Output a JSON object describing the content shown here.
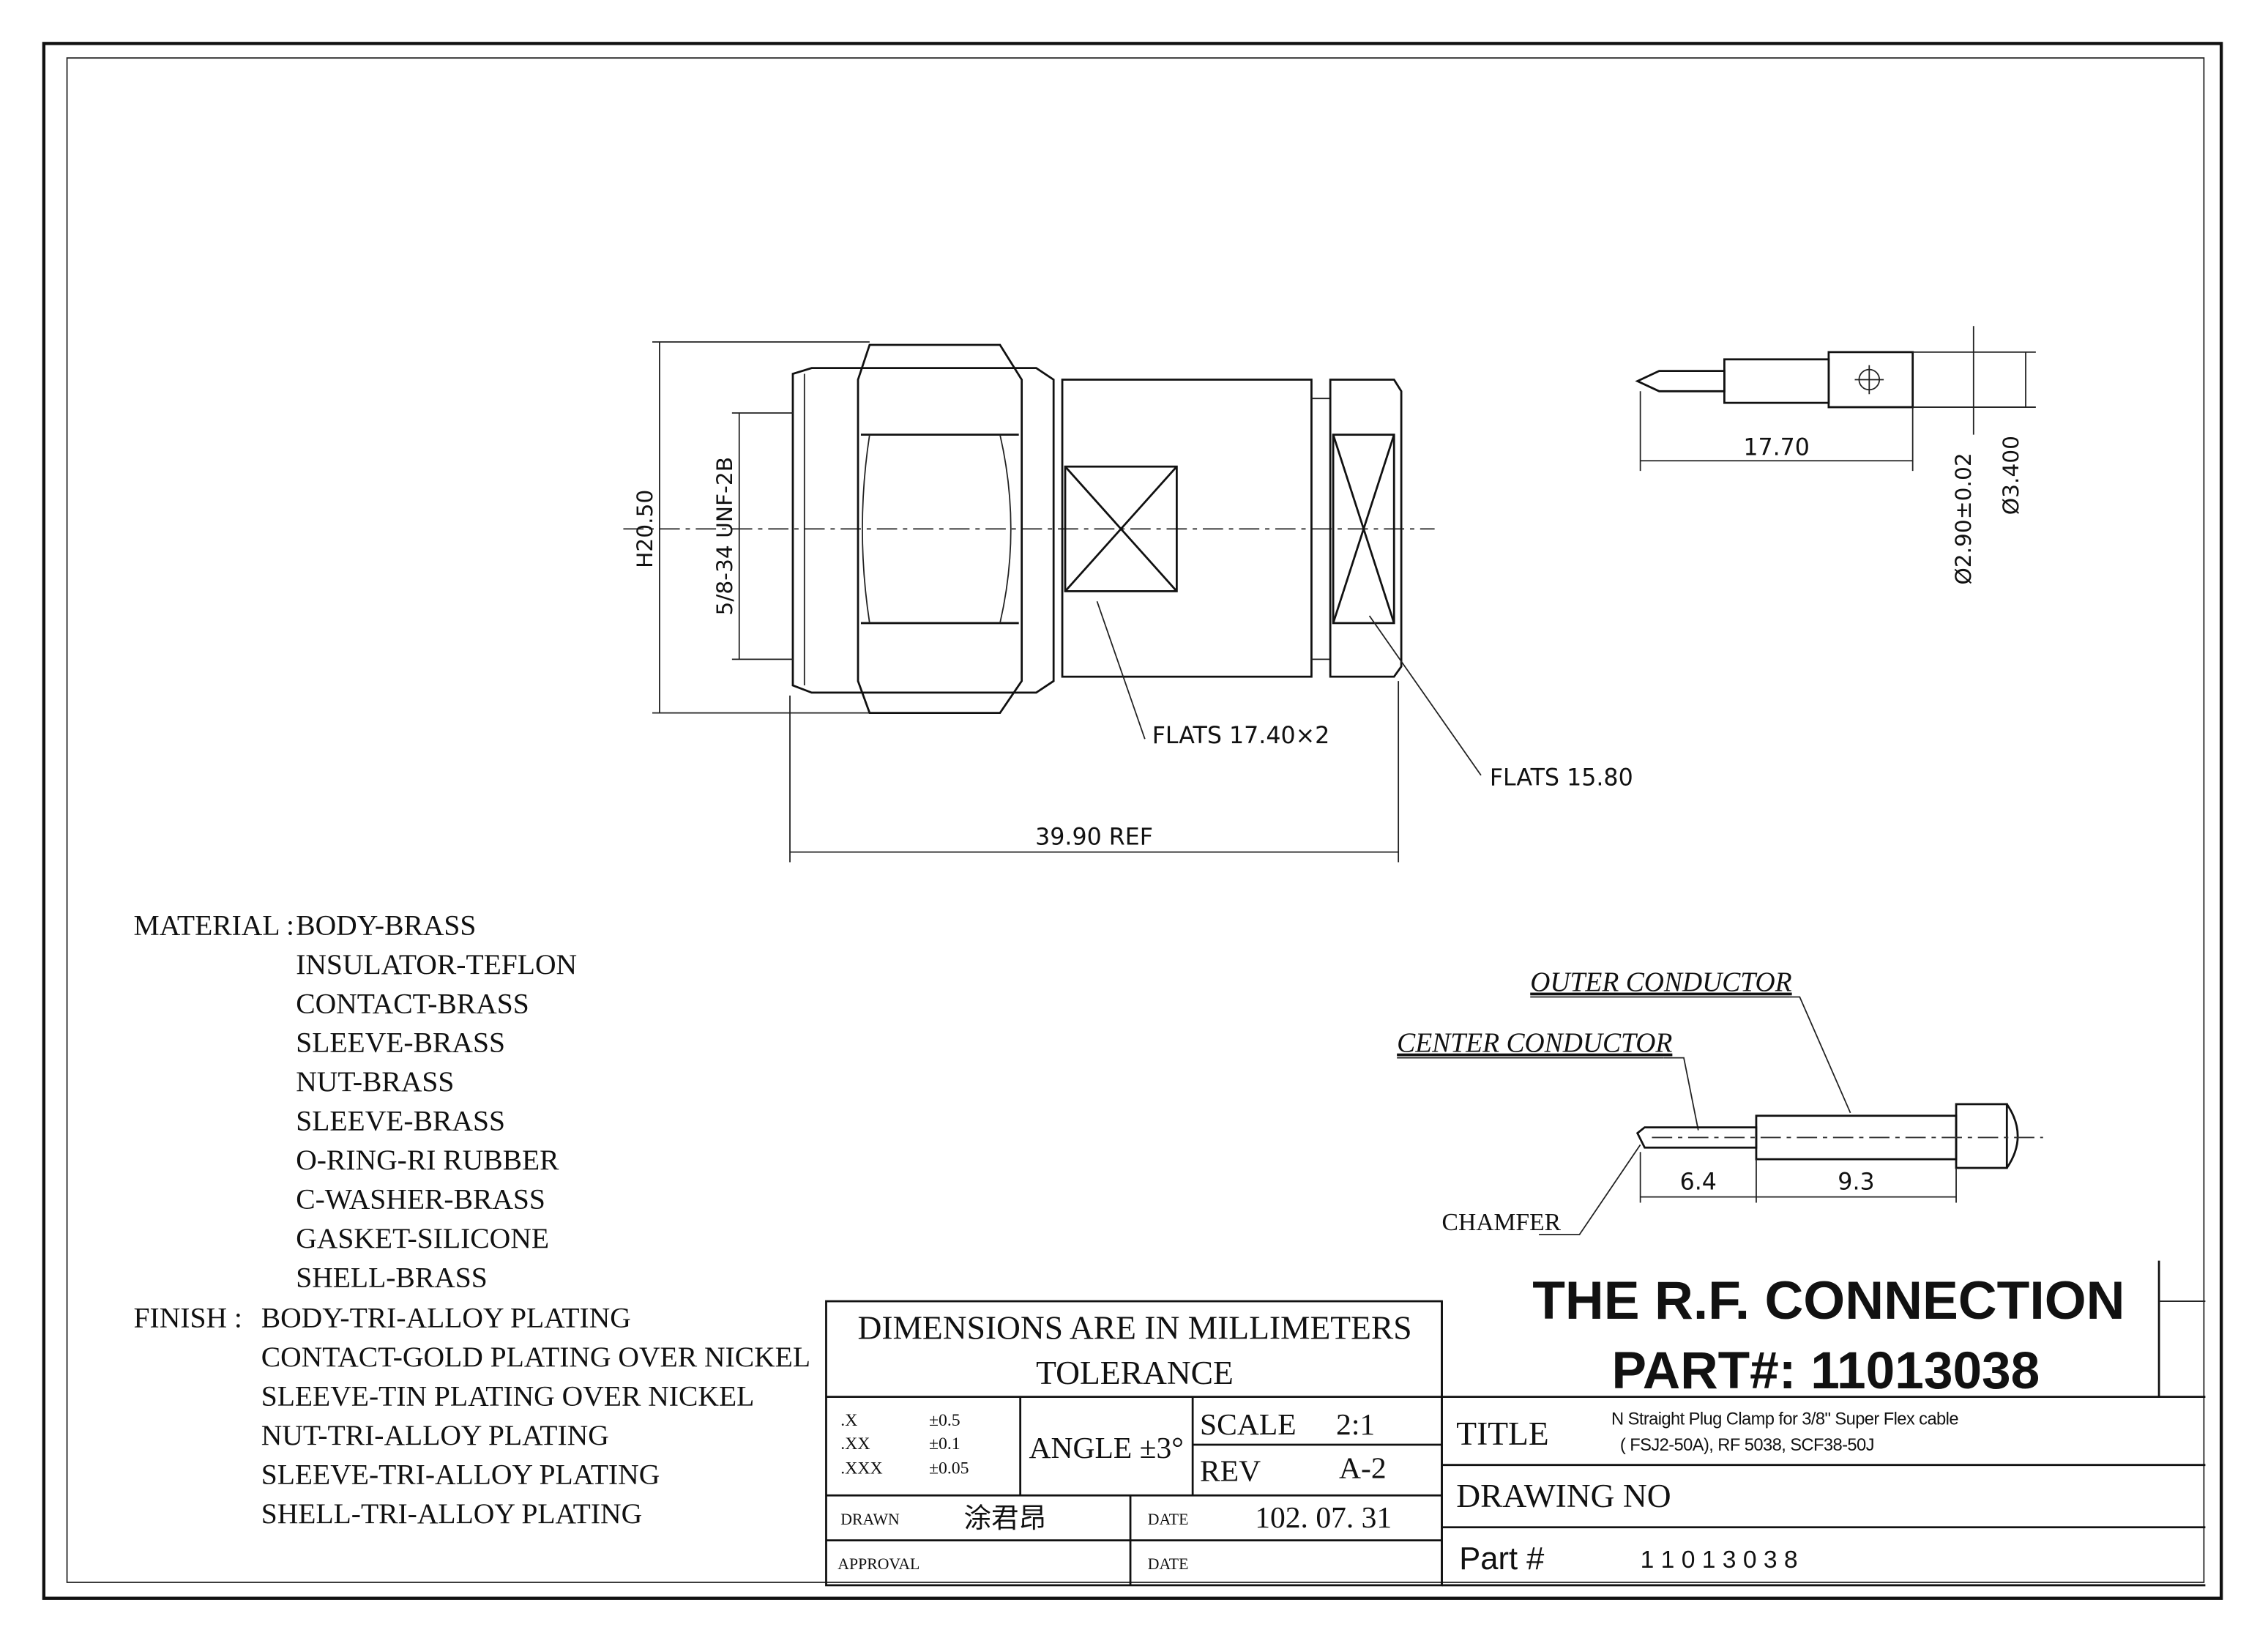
{
  "drawing": {
    "dimensions": {
      "height": "H20.50",
      "thread": "5/8-34 UNF-2B",
      "flats_body": "FLATS 17.40×2",
      "flats_nut": "FLATS 15.80",
      "length": "39.90 REF",
      "pin_length": "17.70",
      "pin_dia_small": "Ø2.90±0.02",
      "pin_dia_large": "Ø3.400",
      "strip_center": "6.4",
      "strip_outer": "9.3"
    },
    "cable_labels": {
      "outer": "OUTER CONDUCTOR",
      "center": "CENTER CONDUCTOR",
      "chamfer": "CHAMFER"
    }
  },
  "material": {
    "label": "MATERIAL :",
    "items": [
      "BODY-BRASS",
      "INSULATOR-TEFLON",
      "CONTACT-BRASS",
      "SLEEVE-BRASS",
      "NUT-BRASS",
      "SLEEVE-BRASS",
      "O-RING-RI RUBBER",
      "C-WASHER-BRASS",
      "GASKET-SILICONE",
      "SHELL-BRASS"
    ]
  },
  "finish": {
    "label": "FINISH :",
    "items": [
      "BODY-TRI-ALLOY PLATING",
      "CONTACT-GOLD PLATING OVER NICKEL",
      "SLEEVE-TIN PLATING OVER NICKEL",
      "NUT-TRI-ALLOY PLATING",
      "SLEEVE-TRI-ALLOY PLATING",
      "SHELL-TRI-ALLOY PLATING"
    ]
  },
  "tolerance_block": {
    "heading1": "DIMENSIONS ARE IN MILLIMETERS",
    "heading2": "TOLERANCE",
    "rows": [
      {
        "fmt": ".X",
        "tol": "±0.5"
      },
      {
        "fmt": ".XX",
        "tol": "±0.1"
      },
      {
        "fmt": ".XXX",
        "tol": "±0.05"
      }
    ],
    "angle": "ANGLE ±3°",
    "scale_label": "SCALE",
    "scale_value": "2:1",
    "rev_label": "REV",
    "rev_value": "A-2",
    "drawn_label": "DRAWN",
    "drawn_value": "涂君昂",
    "date_label": "DATE",
    "date_value": "102. 07. 31",
    "approval_label": "APPROVAL",
    "date2_label": "DATE"
  },
  "title_block": {
    "company": "THE R.F. CONNECTION",
    "part_heading": "PART#: 11013038",
    "title_label": "TITLE",
    "title_line1": "N Straight Plug Clamp for 3/8\" Super Flex cable",
    "title_line2": "( FSJ2-50A), RF 5038, SCF38-50J",
    "drawing_no_label": "DRAWING NO",
    "part_label": "Part #",
    "part_value": "1 1 0 1 3 0 3 8"
  }
}
